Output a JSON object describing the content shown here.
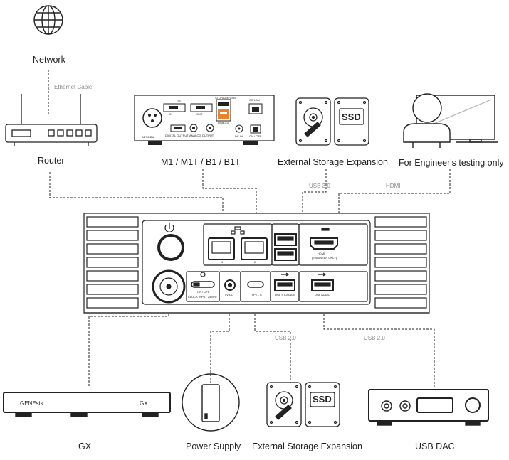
{
  "top": {
    "network": "Network",
    "ethernet_cable": "Ethernet Cable",
    "router": "Router",
    "m1": "M1 / M1T / B1 / B1T",
    "ext_storage_top": "External Storage Expansion",
    "engineer": "For Engineer's testing only",
    "usb30": "USB 3.0",
    "hdmi": "HDMI",
    "ssd": "SSD"
  },
  "device": {
    "lan1": "1",
    "lan2": "2",
    "hdmi_port": "HDMI",
    "hdmi_note": "(ENGINEER ONLY)",
    "clock": "ON / OFF",
    "clock_input": "CLOCK INPUT 25MHz",
    "dc": "5V DC",
    "typec": "TYPE - C",
    "usb_storage": "USB STORAGE",
    "usb_audio": "USB AUDIO"
  },
  "m1_panel": {
    "aes": "AES/EBU",
    "in": "IN",
    "out": "OUT",
    "digital_output": "DIGITAL OUTPUT",
    "analog_output": "ANALOG OUTPUT",
    "dc_in": "DC IN",
    "on_off": "ON / OFF",
    "storage_usb": "STORAGE USB",
    "gb_lan": "GB LAN",
    "usb30": "USB 3.0",
    "i2s": "I2S"
  },
  "bottom": {
    "usb20_left": "USB 2.0",
    "usb20_right": "USB 2.0",
    "gx": "GX",
    "power": "Power Supply",
    "ext_storage_bottom": "External Storage Expansion",
    "usb_dac": "USB DAC",
    "genesis": "GENEsis",
    "gx_badge": "GX"
  },
  "colors": {
    "accent": "#e8832b",
    "line": "#222222",
    "muted": "#8a8a8a"
  },
  "icons": [
    "globe-icon",
    "router-icon",
    "hard-drive-icon",
    "ssd-icon",
    "engineer-monitor-icon",
    "power-icon",
    "ethernet-icon",
    "usb-icon",
    "hdmi-icon",
    "clock-icon",
    "psu-icon",
    "dac-icon"
  ]
}
